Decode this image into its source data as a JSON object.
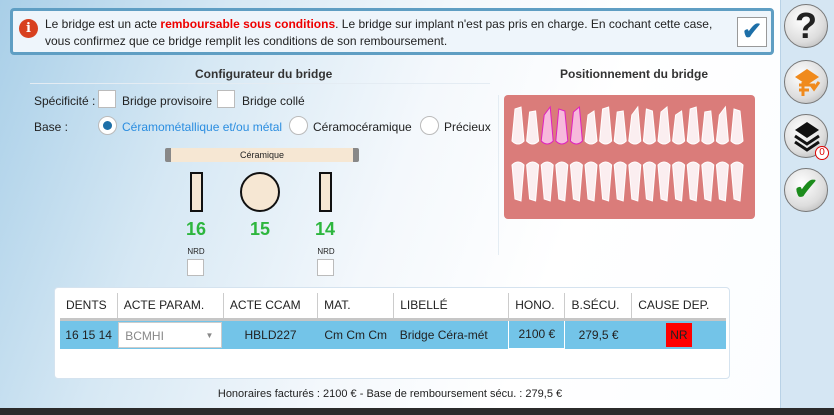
{
  "info": {
    "text_pre": "Le bridge est un acte ",
    "text_red": "remboursable sous conditions",
    "text_post": ". Le bridge sur implant n'est pas pris en charge. En cochant cette case, vous confirmez que ce bridge remplit les conditions de son remboursement.",
    "icon": "i",
    "checked": "✔"
  },
  "config": {
    "title": "Configurateur du bridge",
    "specificite_label": "Spécificité :",
    "opt_provisoire": "Bridge provisoire",
    "opt_colle": "Bridge collé",
    "base_label": "Base :",
    "base_options": [
      "Céramométallique et/ou métal",
      "Céramocéramique",
      "Précieux"
    ],
    "selected_base": "Céramométallique et/ou métal",
    "bar_label": "Céramique",
    "teeth": [
      {
        "num": "16",
        "nrd": "NRD"
      },
      {
        "num": "15"
      },
      {
        "num": "14",
        "nrd": "NRD"
      }
    ]
  },
  "position": {
    "title": "Positionnement du bridge"
  },
  "table": {
    "headers": [
      "DENTS",
      "ACTE PARAM.",
      "ACTE CCAM",
      "MAT.",
      "LIBELLÉ",
      "HONO.",
      "B.SÉCU.",
      "CAUSE DEP."
    ],
    "rows": [
      {
        "dents": "16 15 14",
        "acte_param": "BCMHI",
        "acte_ccam": "HBLD227",
        "mat": "Cm Cm Cm",
        "libelle": "Bridge Céra-mét",
        "hono": "2100 €",
        "bsecu": "279,5 €",
        "cause": "NR"
      }
    ]
  },
  "summary": "Honoraires facturés : 2100 € - Base de remboursement sécu. : 279,5 €",
  "sidebar": {
    "help": "?",
    "badge": "0",
    "check": "✔"
  }
}
